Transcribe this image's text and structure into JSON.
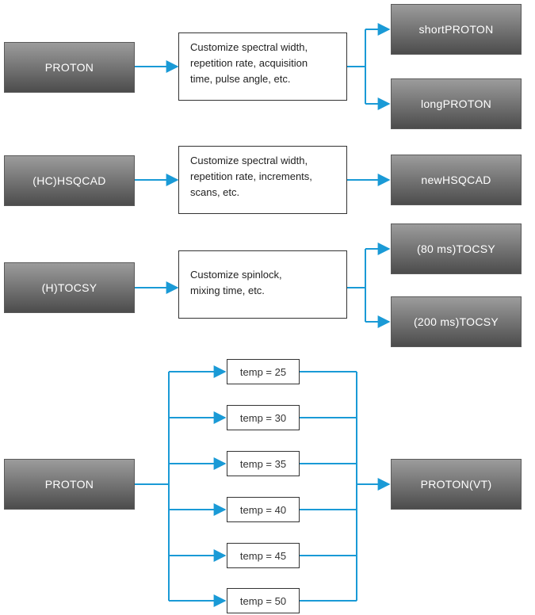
{
  "colors": {
    "connector": "#1a9ad6",
    "box_dark": "#4c4c4c",
    "box_light": "#9c9c9c"
  },
  "rows": [
    {
      "source": "PROTON",
      "note": "Customize spectral width,\nrepetition rate, acquisition\ntime, pulse angle, etc.",
      "targets": [
        "shortPROTON",
        "longPROTON"
      ]
    },
    {
      "source": "(HC)HSQCAD",
      "note": "Customize spectral width,\nrepetition rate, increments,\nscans, etc.",
      "targets": [
        "newHSQCAD"
      ]
    },
    {
      "source": "(H)TOCSY",
      "note": "Customize spinlock,\nmixing time, etc.",
      "targets": [
        "(80 ms)TOCSY",
        "(200 ms)TOCSY"
      ]
    }
  ],
  "vt": {
    "source": "PROTON",
    "temps": [
      "temp = 25",
      "temp = 30",
      "temp = 35",
      "temp = 40",
      "temp = 45",
      "temp = 50"
    ],
    "target": "PROTON(VT)"
  }
}
